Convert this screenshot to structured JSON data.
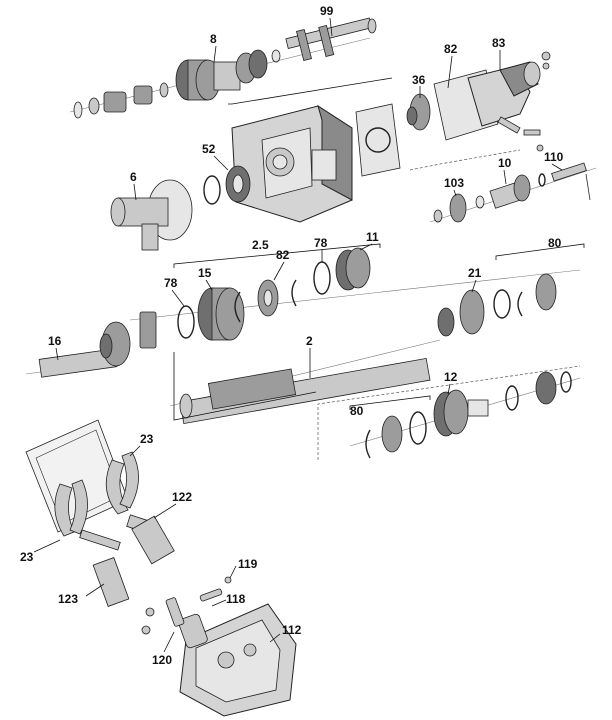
{
  "callouts": [
    {
      "id": "99",
      "label": "99"
    },
    {
      "id": "8",
      "label": "8"
    },
    {
      "id": "82a",
      "label": "82"
    },
    {
      "id": "83",
      "label": "83"
    },
    {
      "id": "36",
      "label": "36"
    },
    {
      "id": "52",
      "label": "52"
    },
    {
      "id": "6",
      "label": "6"
    },
    {
      "id": "103",
      "label": "103"
    },
    {
      "id": "10",
      "label": "10"
    },
    {
      "id": "110",
      "label": "110"
    },
    {
      "id": "2.5",
      "label": "2.5"
    },
    {
      "id": "78a",
      "label": "78"
    },
    {
      "id": "11",
      "label": "11"
    },
    {
      "id": "80a",
      "label": "80"
    },
    {
      "id": "82b",
      "label": "82"
    },
    {
      "id": "15",
      "label": "15"
    },
    {
      "id": "78b",
      "label": "78"
    },
    {
      "id": "21",
      "label": "21"
    },
    {
      "id": "16",
      "label": "16"
    },
    {
      "id": "2",
      "label": "2"
    },
    {
      "id": "12",
      "label": "12"
    },
    {
      "id": "80b",
      "label": "80"
    },
    {
      "id": "23a",
      "label": "23"
    },
    {
      "id": "122",
      "label": "122"
    },
    {
      "id": "23b",
      "label": "23"
    },
    {
      "id": "119",
      "label": "119"
    },
    {
      "id": "123",
      "label": "123"
    },
    {
      "id": "118",
      "label": "118"
    },
    {
      "id": "112",
      "label": "112"
    },
    {
      "id": "120",
      "label": "120"
    }
  ]
}
